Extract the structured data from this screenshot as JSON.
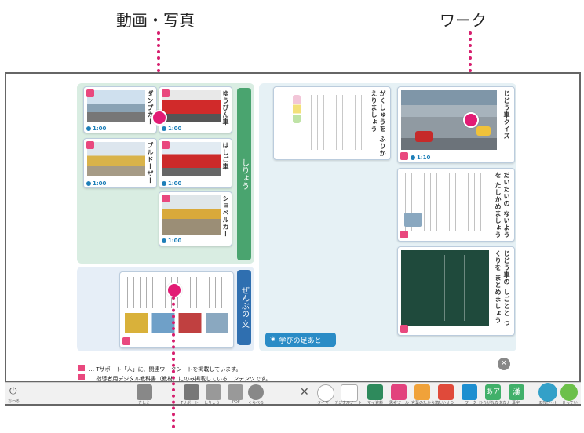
{
  "callouts": {
    "media": "動画・写真",
    "work": "ワーク"
  },
  "left_panel": {
    "tab_label": "しりょう",
    "cards": [
      {
        "label": "ダンプカー",
        "time": "1:00"
      },
      {
        "label": "ゆうびん車",
        "time": "1:00"
      },
      {
        "label": "ブルドーザー",
        "time": "1:00"
      },
      {
        "label": "はしご車",
        "time": "1:00"
      },
      {
        "label": "ショベルカー",
        "time": "1:00"
      }
    ]
  },
  "bottom_panel": {
    "tab_label": "ぜんぶの 文"
  },
  "center_card": {
    "title": "がくしゅうを ふりかえりましょう"
  },
  "right_cards": [
    {
      "title": "じどう車クイズ",
      "time": "1:10"
    },
    {
      "title": "だいたいの ないようを たしかめましょう"
    },
    {
      "title": "じどう車の しごとと つくりを まとめましょう"
    }
  ],
  "footprint_button": "学びの足あと",
  "notes": [
    "… Tサポート「人」に、関連ワークシートを掲載しています。",
    "… 指導者用デジタル教科書（教材）にのみ掲載しているコンテンツです。"
  ],
  "toolbar": {
    "exit": "おわる",
    "items_left": [
      "さしえ",
      "Tサポート",
      "しりょう",
      "PDF",
      "くらべる"
    ],
    "items_right": [
      "タイマー",
      "デジタルノート",
      "マイ資料",
      "思考ツール",
      "言葉のたから箱",
      "たいせつ",
      "ワーク",
      "ひらがなカタカナ",
      "漢字",
      "まなびっと",
      "せってい"
    ]
  },
  "colors": {
    "accent": "#e21b74",
    "green_panel": "#d9ede2",
    "blue_panel": "#e6eef7",
    "ribbon_green": "#4aa46f",
    "ribbon_blue": "#2f6fb0",
    "button_blue": "#2a8cc6"
  }
}
